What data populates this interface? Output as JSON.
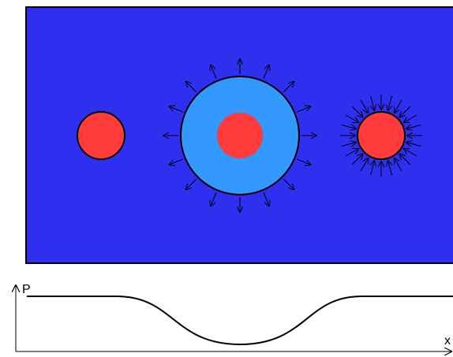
{
  "colors": {
    "tank_fill": "#2f2ff0",
    "bubble_fill": "#3399ff",
    "particle_fill": "#ff3b3b",
    "outline": "#000000",
    "curve": "#000000"
  },
  "panel": {
    "particles": [
      {
        "id": "left",
        "kind": "bare-particle",
        "arrows": "none"
      },
      {
        "id": "center",
        "kind": "particle-with-bubble",
        "arrows": "outward"
      },
      {
        "id": "right",
        "kind": "bare-particle",
        "arrows": "inward"
      }
    ]
  },
  "graph": {
    "y_label": "P",
    "x_label": "x",
    "pressure_profile": "high, dip, high"
  }
}
